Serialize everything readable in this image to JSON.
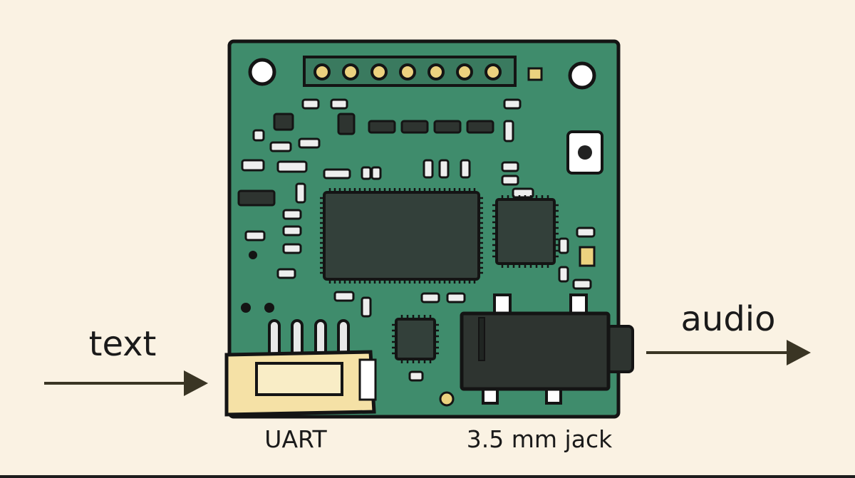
{
  "labels": {
    "input": "text",
    "output": "audio",
    "connector": "UART",
    "jack": "3.5 mm jack"
  },
  "colors": {
    "background": "#faf2e3",
    "board": "#3f8c6c",
    "chip": "#33403a",
    "outline": "#141414",
    "gold": "#ecd27f",
    "connector": "#f5e1a6",
    "arrow": "#3a3524"
  },
  "header_pin_count": 7,
  "uart_pin_count": 4
}
